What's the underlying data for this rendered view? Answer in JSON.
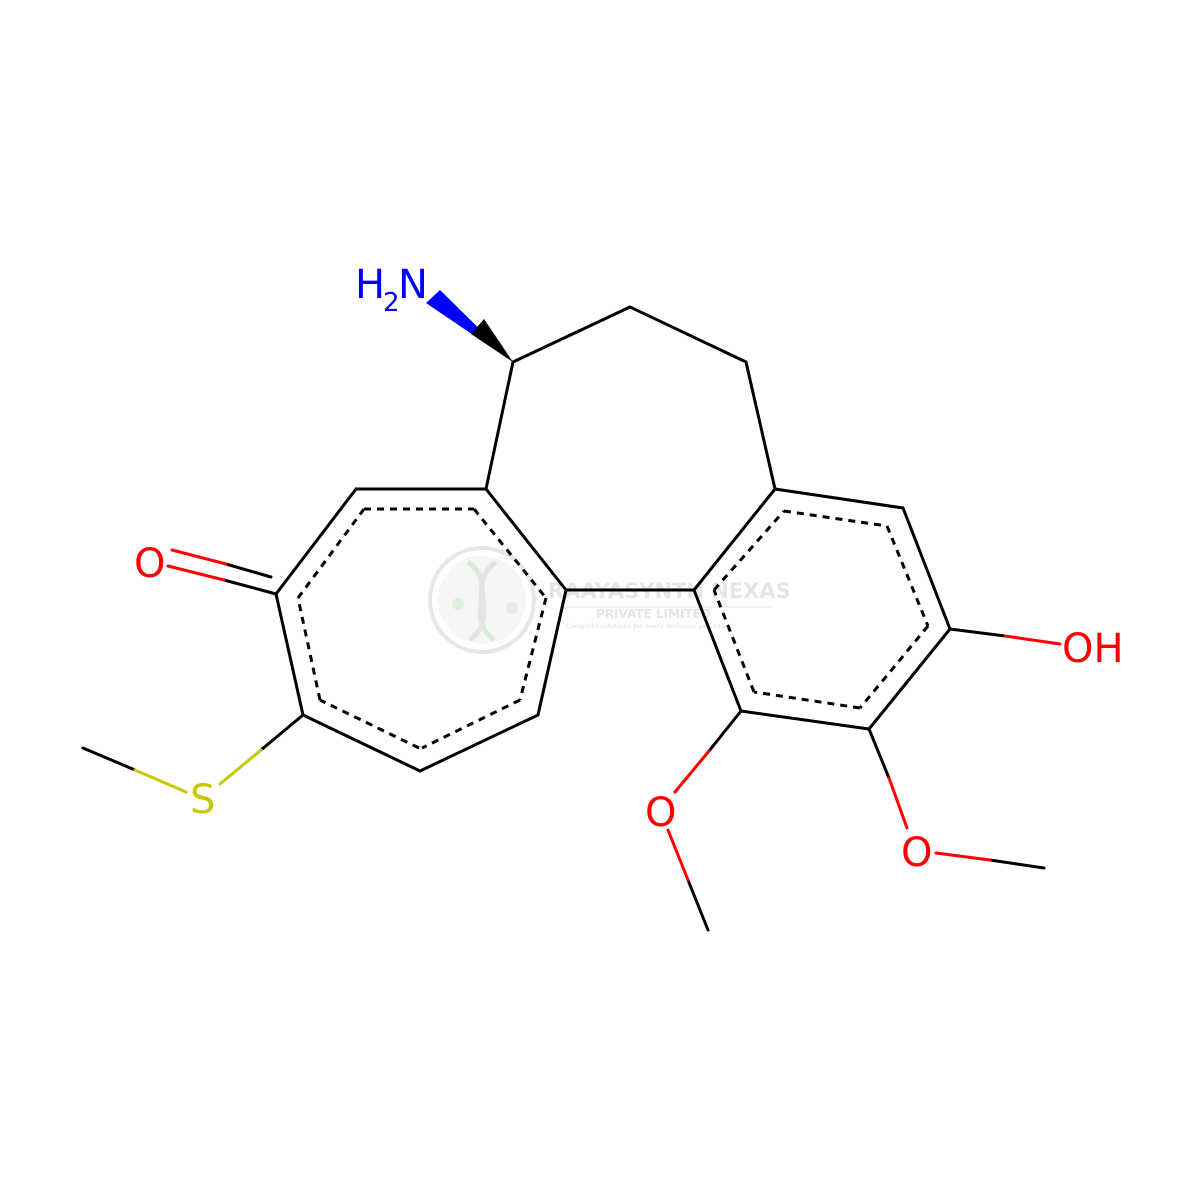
{
  "molecule": {
    "atom_labels": {
      "amine_h": "H",
      "amine_sub": "2",
      "amine_n": "N",
      "ketone_o": "O",
      "sulfur": "S",
      "hydroxyl": "OH",
      "methoxy_o_left": "O",
      "methoxy_o_right": "O"
    }
  },
  "watermark": {
    "title": "RAAYASYNTH NEXAS",
    "subtitle": "PRIVATE LIMITED",
    "tagline": "Complete solutions for every molecule you need"
  },
  "colors": {
    "bond": "#000000",
    "nitrogen": "#0000ff",
    "oxygen": "#ff0000",
    "sulfur": "#c8c800",
    "watermark": "#d9d9d9"
  }
}
